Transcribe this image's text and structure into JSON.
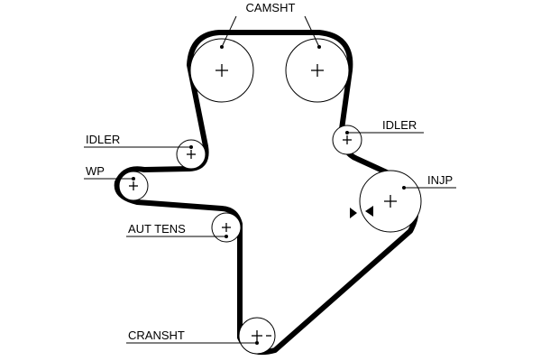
{
  "labels": {
    "camshaft": "CAMSHT",
    "idler_left": "IDLER",
    "idler_right": "IDLER",
    "water_pump": "WP",
    "injection_pump": "INJP",
    "auto_tensioner": "AUT TENS",
    "crankshaft": "CRANSHT"
  },
  "colors": {
    "belt": "#000000",
    "line": "#000000",
    "background": "#ffffff"
  }
}
